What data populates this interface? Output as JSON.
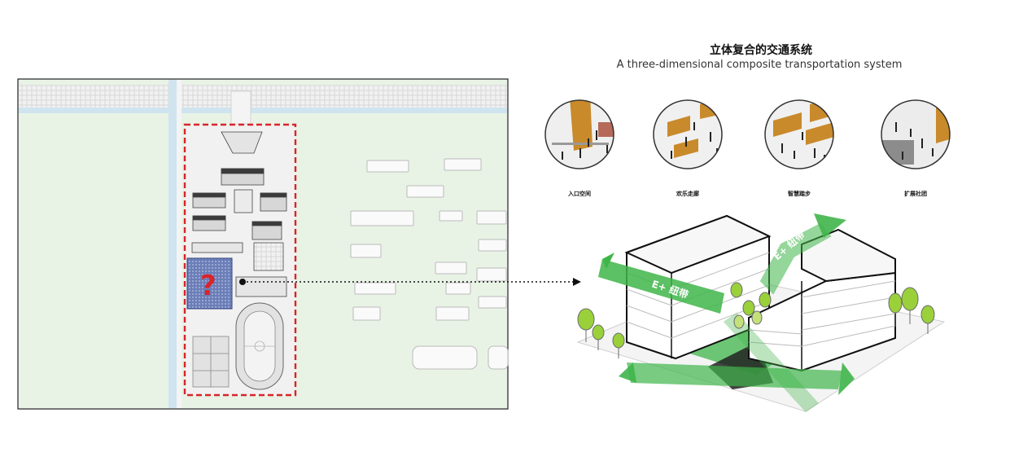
{
  "header": {
    "title_zh": "立体复合的交通系统",
    "title_en": "A three-dimensional composite transportation system"
  },
  "vignettes": [
    {
      "label": "入口空间"
    },
    {
      "label": "欢乐走廊"
    },
    {
      "label": "智慧踏步"
    },
    {
      "label": "扩展社团"
    }
  ],
  "site_plan": {
    "marker": "?"
  },
  "axon": {
    "band_front": "E+ 纽带",
    "band_back": "E+ 纽带"
  },
  "colors": {
    "accent_red": "#d9242a",
    "band_green": "#3fb54a",
    "map_green": "#e8f3e6",
    "water_blue": "#cfe4ef",
    "wood": "#c98a2b"
  },
  "icons": {
    "connector": "dotted-arrow-icon"
  }
}
